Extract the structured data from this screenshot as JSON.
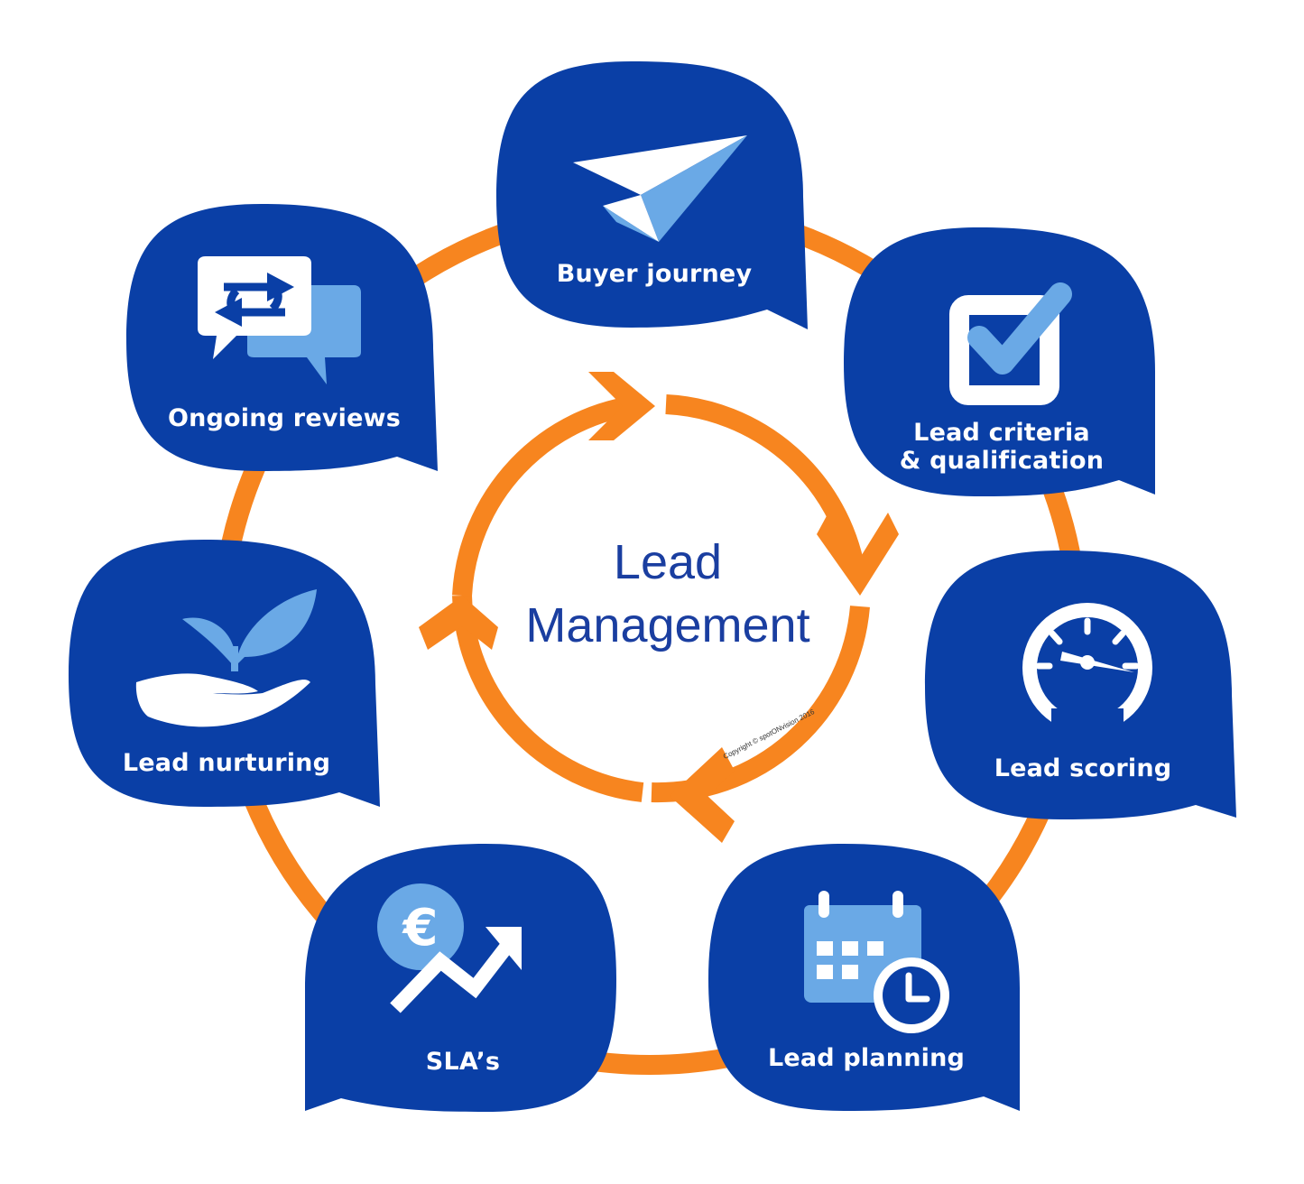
{
  "center": {
    "title_line1": "Lead",
    "title_line2": "Management"
  },
  "copyright": "Copyright © spotONvision 2016",
  "colors": {
    "bubble": "#0a3fa6",
    "accent_light": "#6aa9e6",
    "ring": "#f7851f",
    "title": "#1a3ea0"
  },
  "steps": [
    {
      "label": "Buyer journey",
      "icon": "paper-plane-icon"
    },
    {
      "label": "Lead criteria",
      "label2": "& qualification",
      "icon": "checkbox-icon"
    },
    {
      "label": "Lead scoring",
      "icon": "speedometer-icon"
    },
    {
      "label": "Lead planning",
      "icon": "calendar-clock-icon"
    },
    {
      "label": "SLA’s",
      "icon": "euro-growth-icon"
    },
    {
      "label": "Lead nurturing",
      "icon": "hand-plant-icon"
    },
    {
      "label": "Ongoing reviews",
      "icon": "chat-exchange-icon"
    }
  ]
}
